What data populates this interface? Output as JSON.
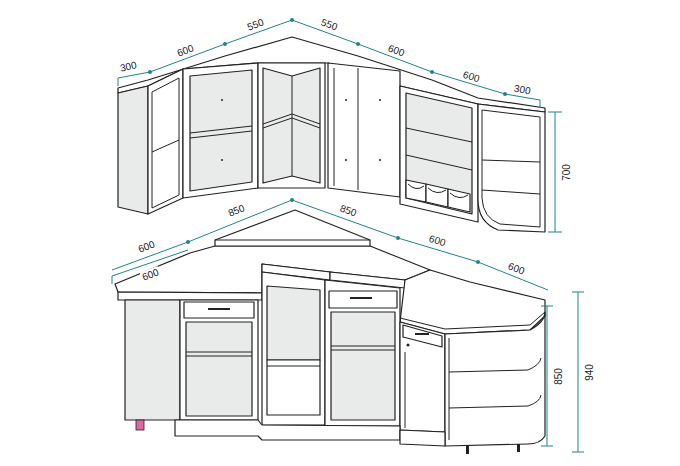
{
  "diagram": {
    "labels": [
      "300",
      "600",
      "550",
      "550",
      "600",
      "600",
      "300",
      "700",
      "600",
      "600",
      "850",
      "850",
      "600",
      "600",
      "850",
      "940"
    ]
  }
}
